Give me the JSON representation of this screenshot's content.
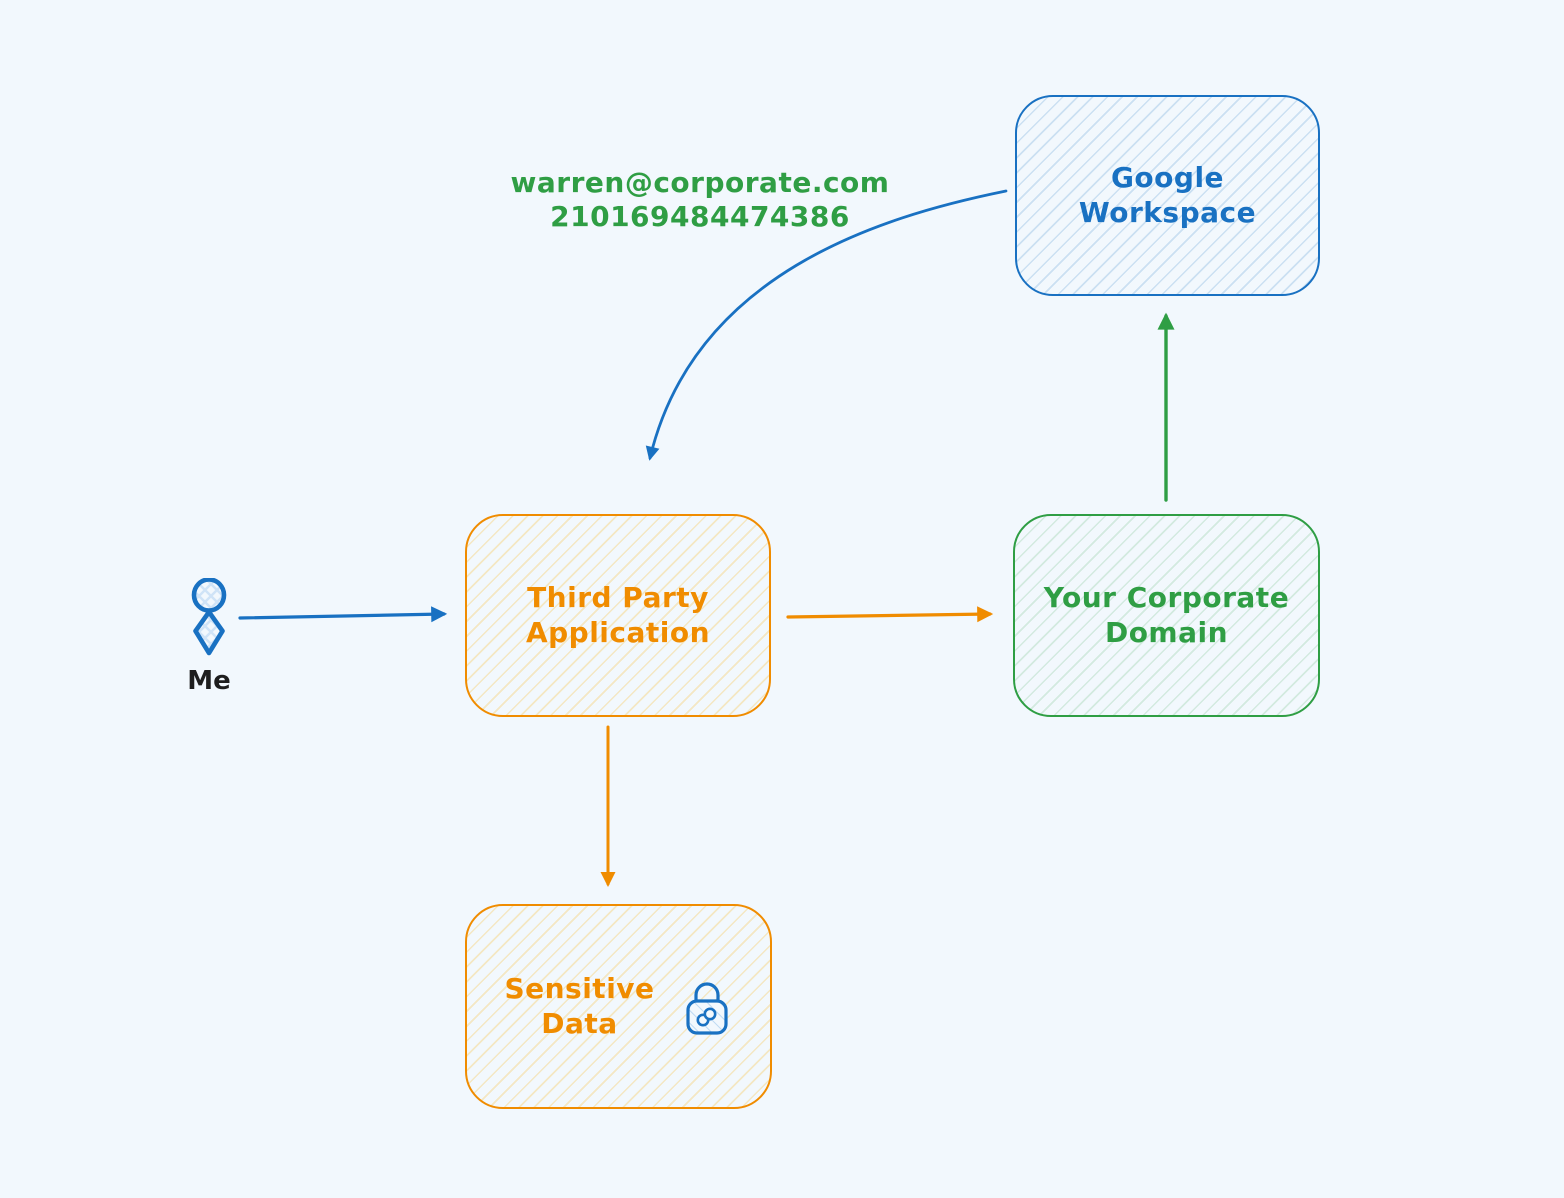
{
  "colors": {
    "background": "#f2f8fd",
    "blue": "#1971c2",
    "green": "#2f9e44",
    "orange": "#f08c00",
    "black": "#1e1e1e",
    "blue_hatch": "#cfe3f7",
    "green_hatch": "#d5eedb",
    "yellow_hatch": "#fbe9af"
  },
  "nodes": {
    "google_workspace": {
      "line1": "Google",
      "line2": "Workspace"
    },
    "corporate_domain": {
      "line1": "Your Corporate",
      "line2": "Domain"
    },
    "third_party_app": {
      "line1": "Third Party",
      "line2": "Application"
    },
    "sensitive_data": {
      "line1": "Sensitive",
      "line2": "Data"
    },
    "me": {
      "label": "Me"
    }
  },
  "annotation": {
    "line1": "warren@corporate.com",
    "line2": "210169484474386"
  },
  "icons": {
    "person": "person-icon",
    "lock": "lock-icon"
  },
  "edges": [
    {
      "from": "Me",
      "to": "Third Party Application",
      "color": "#1971c2",
      "style": "straight"
    },
    {
      "from": "Google Workspace",
      "to": "Third Party Application",
      "color": "#1971c2",
      "style": "curved"
    },
    {
      "from": "Third Party Application",
      "to": "Your Corporate Domain",
      "color": "#f08c00",
      "style": "straight"
    },
    {
      "from": "Third Party Application",
      "to": "Sensitive Data",
      "color": "#f08c00",
      "style": "straight"
    },
    {
      "from": "Your Corporate Domain",
      "to": "Google Workspace",
      "color": "#2f9e44",
      "style": "straight"
    }
  ]
}
